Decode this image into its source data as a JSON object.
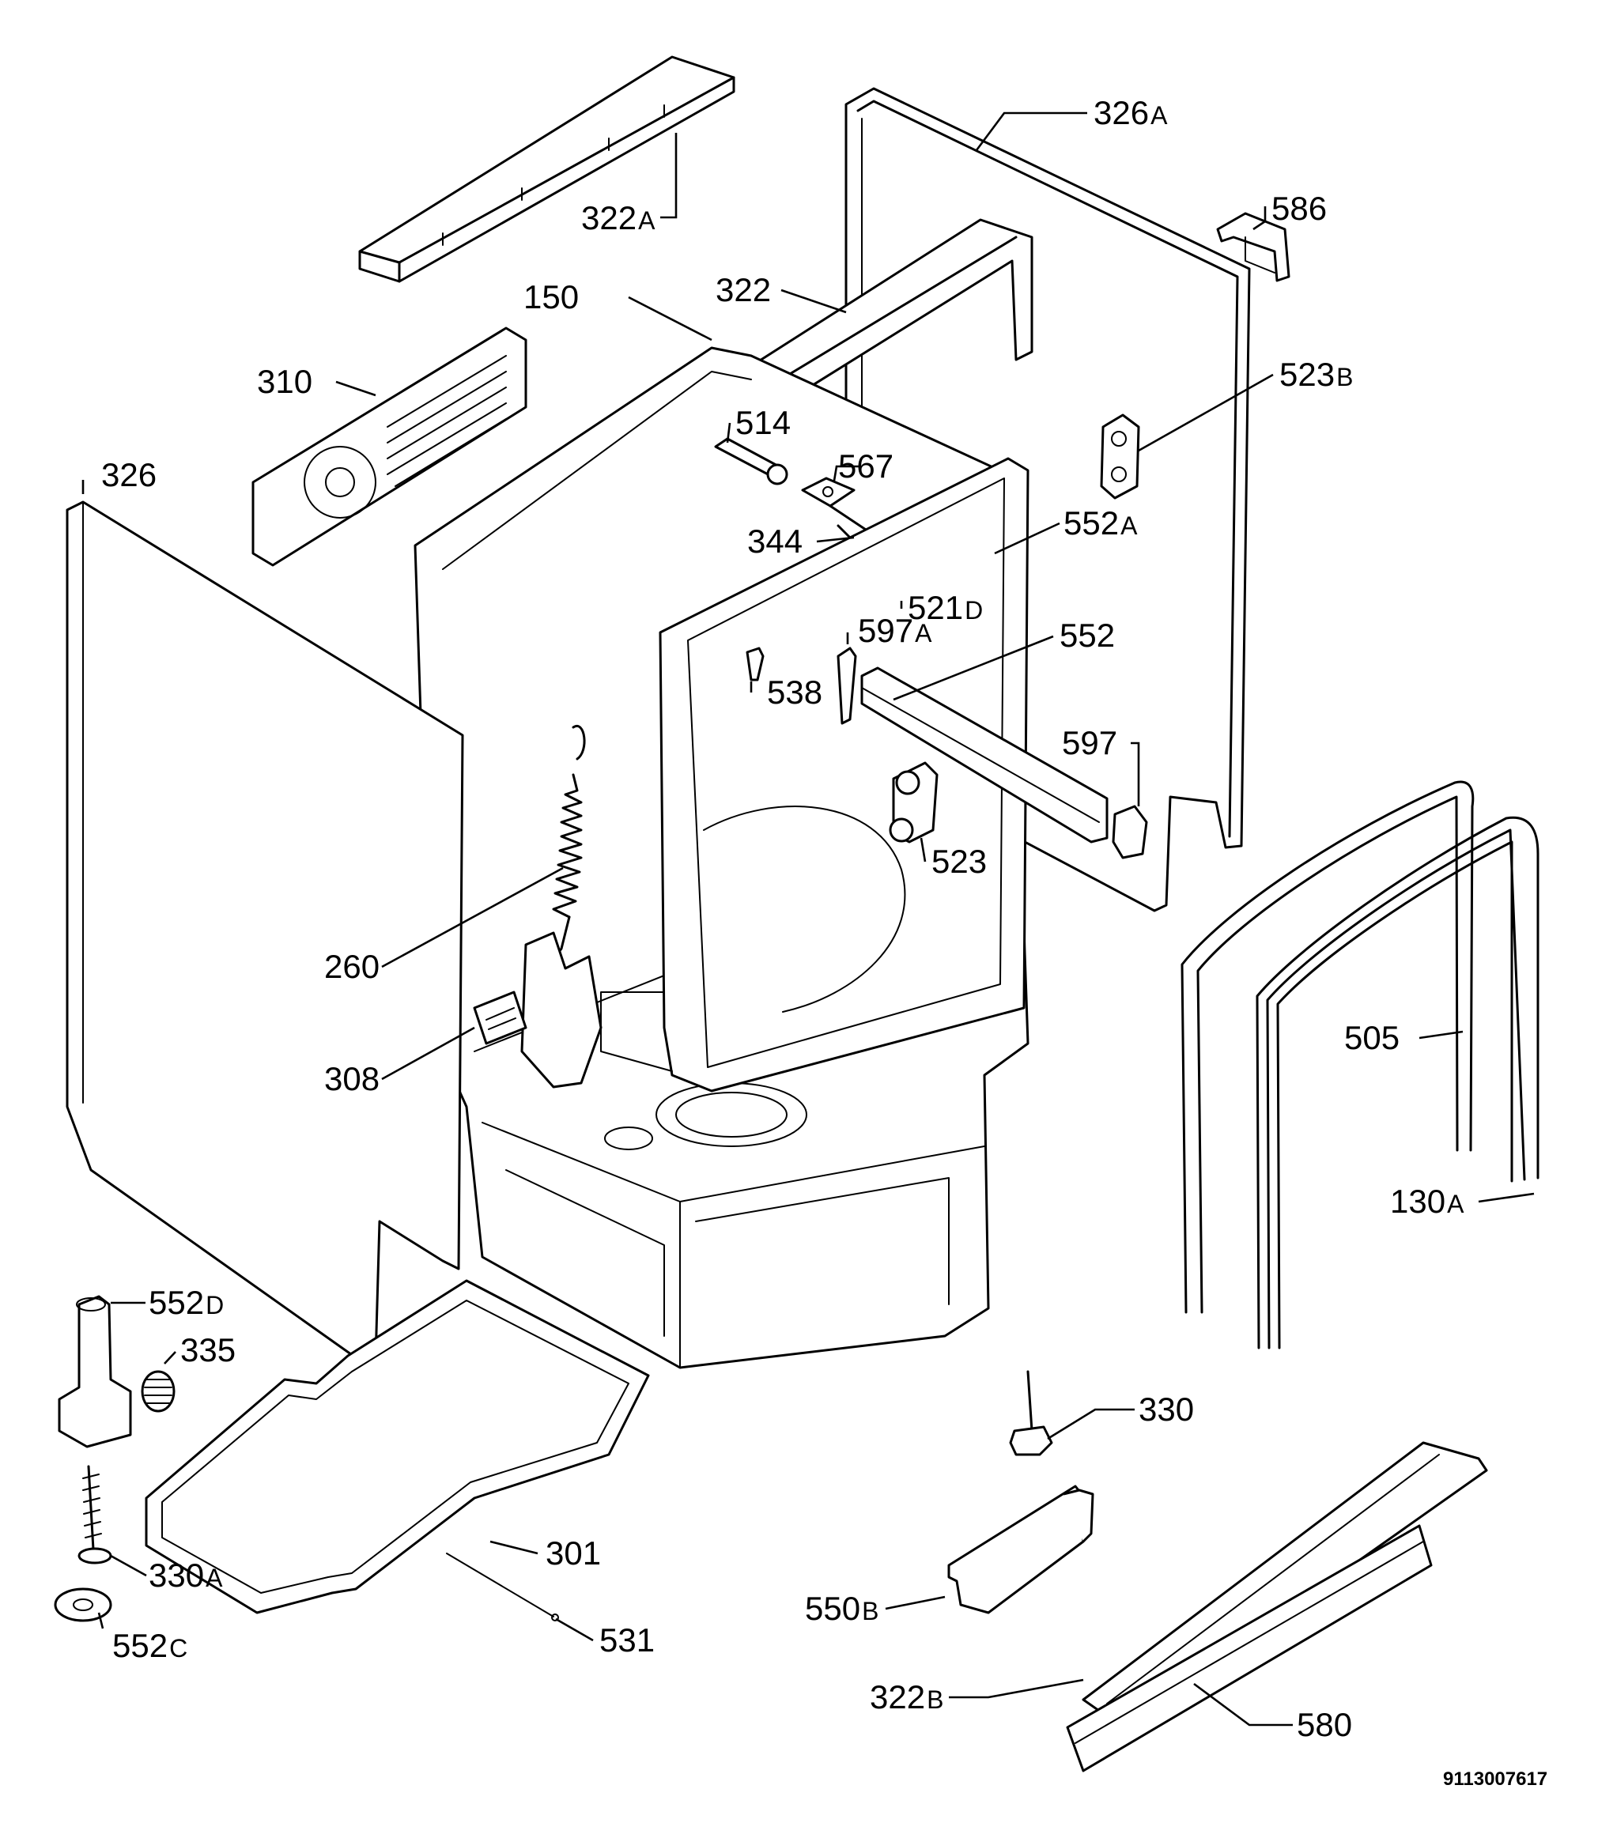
{
  "diagram": {
    "type": "exploded parts diagram",
    "reference_number": "9113007617",
    "part_labels": [
      {
        "id": "322A",
        "num": "322",
        "suffix": "A"
      },
      {
        "id": "326A",
        "num": "326",
        "suffix": "A"
      },
      {
        "id": "586",
        "num": "586",
        "suffix": ""
      },
      {
        "id": "150",
        "num": "150",
        "suffix": ""
      },
      {
        "id": "322",
        "num": "322",
        "suffix": ""
      },
      {
        "id": "523B",
        "num": "523",
        "suffix": "B"
      },
      {
        "id": "310",
        "num": "310",
        "suffix": ""
      },
      {
        "id": "514",
        "num": "514",
        "suffix": ""
      },
      {
        "id": "326",
        "num": "326",
        "suffix": ""
      },
      {
        "id": "567",
        "num": "567",
        "suffix": ""
      },
      {
        "id": "552A",
        "num": "552",
        "suffix": "A"
      },
      {
        "id": "344",
        "num": "344",
        "suffix": ""
      },
      {
        "id": "521D",
        "num": "521",
        "suffix": "D"
      },
      {
        "id": "597A",
        "num": "597",
        "suffix": "A"
      },
      {
        "id": "552",
        "num": "552",
        "suffix": ""
      },
      {
        "id": "538",
        "num": "538",
        "suffix": ""
      },
      {
        "id": "597",
        "num": "597",
        "suffix": ""
      },
      {
        "id": "523",
        "num": "523",
        "suffix": ""
      },
      {
        "id": "260",
        "num": "260",
        "suffix": ""
      },
      {
        "id": "505",
        "num": "505",
        "suffix": ""
      },
      {
        "id": "308",
        "num": "308",
        "suffix": ""
      },
      {
        "id": "130A",
        "num": "130",
        "suffix": "A"
      },
      {
        "id": "552D",
        "num": "552",
        "suffix": "D"
      },
      {
        "id": "335",
        "num": "335",
        "suffix": ""
      },
      {
        "id": "330",
        "num": "330",
        "suffix": ""
      },
      {
        "id": "301",
        "num": "301",
        "suffix": ""
      },
      {
        "id": "330A",
        "num": "330",
        "suffix": "A"
      },
      {
        "id": "550B",
        "num": "550",
        "suffix": "B"
      },
      {
        "id": "531",
        "num": "531",
        "suffix": ""
      },
      {
        "id": "552C",
        "num": "552",
        "suffix": "C"
      },
      {
        "id": "322B",
        "num": "322",
        "suffix": "B"
      },
      {
        "id": "580",
        "num": "580",
        "suffix": ""
      }
    ]
  }
}
